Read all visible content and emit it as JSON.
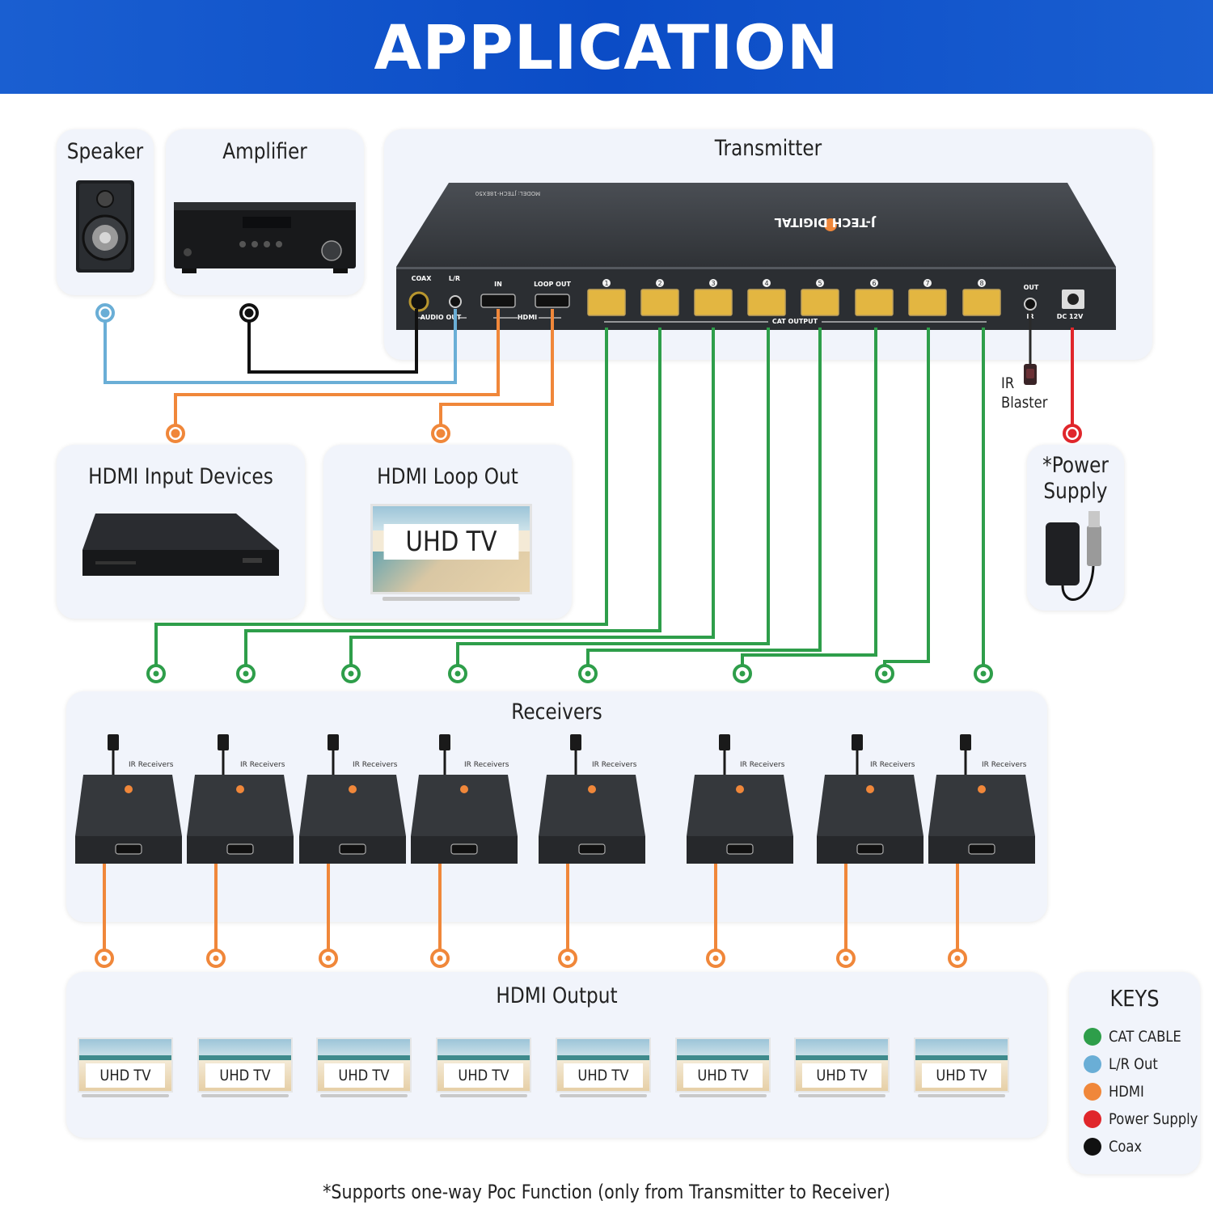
{
  "header": {
    "title": "APPLICATION"
  },
  "panels": {
    "speaker": "Speaker",
    "amplifier": "Amplifier",
    "transmitter": "Transmitter",
    "hdmi_input": "HDMI Input Devices",
    "hdmi_loop": "HDMI Loop Out",
    "power_supply_line1": "*Power",
    "power_supply_line2": "Supply",
    "receivers": "Receivers",
    "hdmi_output": "HDMI Output"
  },
  "transmitter_device": {
    "brand": "J-TECH DIGITAL",
    "model": "MODEL: JTECH-18EX50",
    "ports": {
      "coax": "COAX",
      "lr": "L/R",
      "audio_out": "AUDIO OUT",
      "hdmi_in": "IN",
      "loop_out": "LOOP OUT",
      "hdmi": "HDMI",
      "cat_output": "CAT OUTPUT",
      "ir_out": "OUT",
      "ir": "IR",
      "dc": "DC 12V",
      "cat_numbers": [
        "1",
        "2",
        "3",
        "4",
        "5",
        "6",
        "7",
        "8"
      ]
    }
  },
  "ir_blaster": {
    "line1": "IR",
    "line2": "Blaster"
  },
  "receiver_device": {
    "ir_label": "IR Receivers",
    "count": 8
  },
  "loop_tv_label": "UHD TV",
  "tv_label": "UHD TV",
  "tv_count": 8,
  "keys": {
    "title": "KEYS",
    "items": [
      {
        "label": "CAT CABLE",
        "color": "#2e9e4a"
      },
      {
        "label": "L/R Out",
        "color": "#6aaed6"
      },
      {
        "label": "HDMI",
        "color": "#f0873a"
      },
      {
        "label": "Power Supply",
        "color": "#e0262b"
      },
      {
        "label": "Coax",
        "color": "#111111"
      }
    ]
  },
  "colors": {
    "banner": "#0b4cc6",
    "cat": "#2e9e4a",
    "lr": "#6aaed6",
    "hdmi": "#f0873a",
    "power": "#e0262b",
    "coax": "#111111",
    "panel": "#f1f4fb"
  },
  "footnote": "*Supports one-way Poc Function (only from Transmitter to Receiver)"
}
